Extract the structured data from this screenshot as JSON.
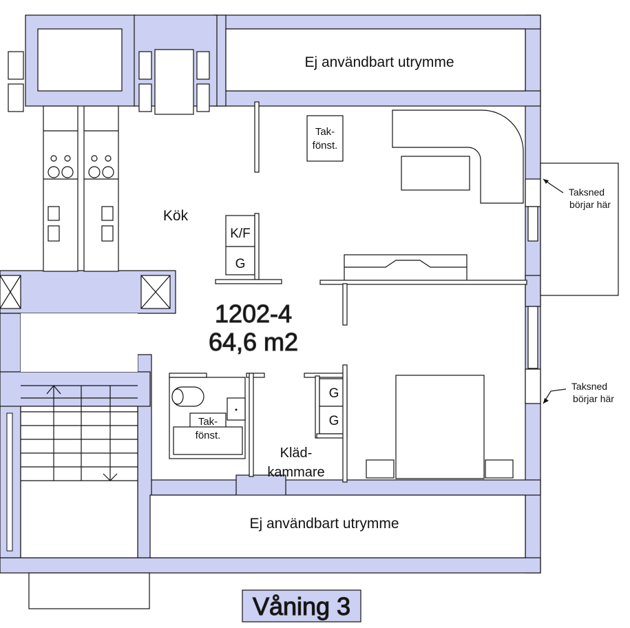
{
  "apartment": {
    "unit_id": "1202-4",
    "area": "64,6 m2"
  },
  "rooms": {
    "kitchen": "Kök",
    "unusable_top": "Ej användbart utrymme",
    "unusable_bottom": "Ej användbart utrymme",
    "closet_line1": "Kläd-",
    "closet_line2": "kammare"
  },
  "fixtures": {
    "skylight_1_line1": "Tak-",
    "skylight_1_line2": "fönst.",
    "skylight_2_line1": "Tak-",
    "skylight_2_line2": "fönst.",
    "fridge_freezer": "K/F",
    "wardrobe_kitchen": "G",
    "wardrobe_1": "G",
    "wardrobe_2": "G"
  },
  "annotations": {
    "roof_slope_1_line1": "Taksned",
    "roof_slope_1_line2": "börjar här",
    "roof_slope_2_line1": "Taksned",
    "roof_slope_2_line2": "börjar här"
  },
  "floor_label": "Våning 3",
  "colors": {
    "wall_fill": "#ccd0f2",
    "line": "#111111",
    "background": "#ffffff"
  }
}
